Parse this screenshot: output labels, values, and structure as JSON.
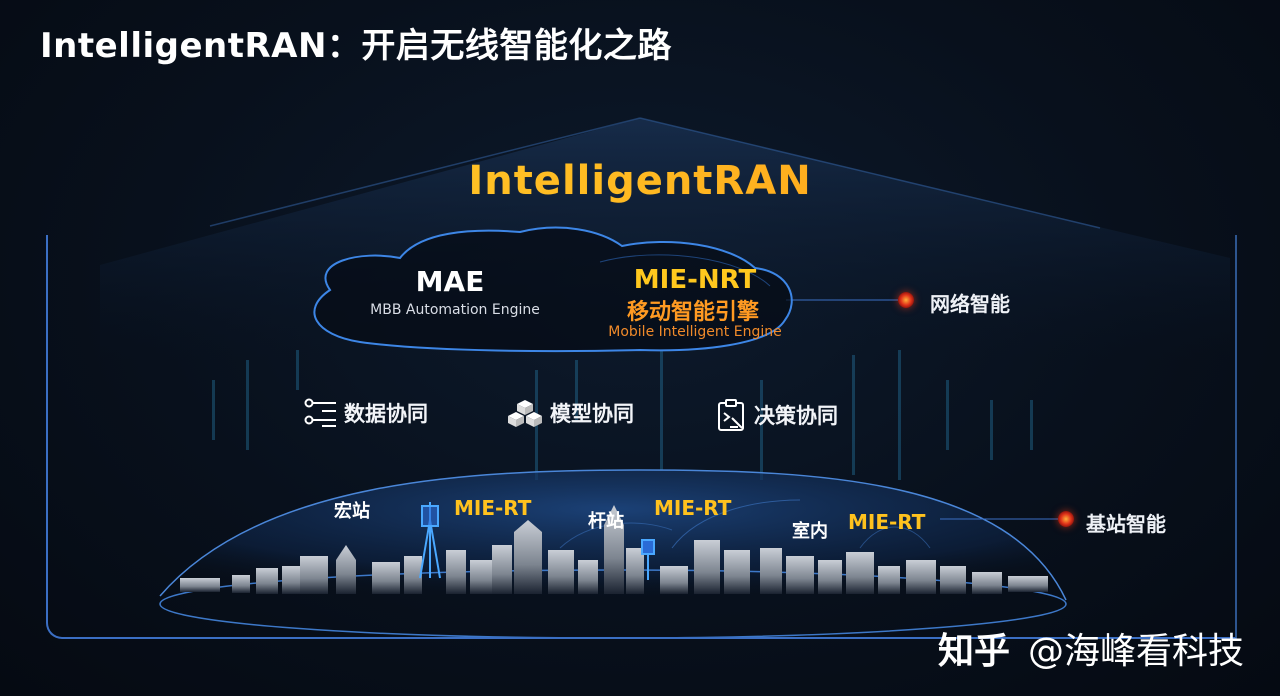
{
  "page": {
    "title": "IntelligentRAN：开启无线智能化之路"
  },
  "diagram": {
    "heading": "IntelligentRAN",
    "cloud": {
      "mae": {
        "title": "MAE",
        "subtitle": "MBB Automation Engine"
      },
      "mie_nrt": {
        "title": "MIE-NRT",
        "title_cn": "移动智能引擎",
        "subtitle": "Mobile Intelligent Engine"
      }
    },
    "layers": [
      {
        "label": "网络智能",
        "indicator_color": "#e0321a"
      },
      {
        "label": "基站智能",
        "indicator_color": "#e0321a"
      }
    ],
    "collaboration": [
      {
        "icon": "data-flow-icon",
        "label": "数据协同"
      },
      {
        "icon": "cubes-model-icon",
        "label": "模型协同"
      },
      {
        "icon": "clipboard-decision-icon",
        "label": "决策协同"
      }
    ],
    "sites": [
      {
        "label": "宏站",
        "engine": "MIE-RT"
      },
      {
        "label": "杆站",
        "engine": "MIE-RT"
      },
      {
        "label": "室内",
        "engine": "MIE-RT"
      }
    ],
    "colors": {
      "accent_gold": "#ffc21e",
      "accent_orange": "#ff8a1a",
      "frame_blue": "#3b6fc4",
      "background": "#08101c"
    }
  },
  "watermark": {
    "brand": "知乎",
    "author": "@海峰看科技"
  }
}
